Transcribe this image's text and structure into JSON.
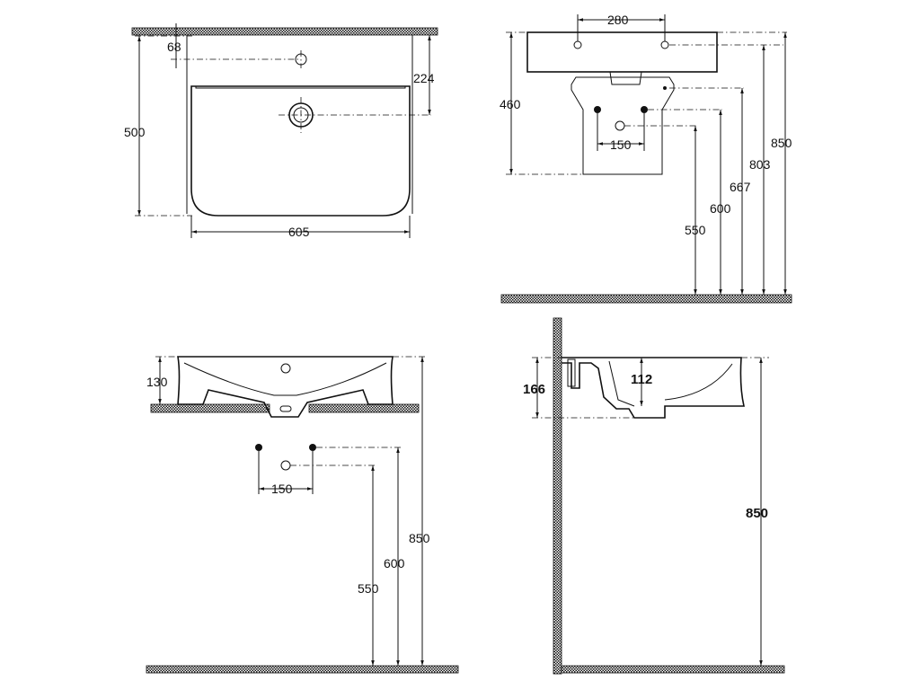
{
  "top_view": {
    "width": "605",
    "depth": "500",
    "tap_hole_offset": "68",
    "drain_offset": "224"
  },
  "front_view_top_right": {
    "tap_spacing": "280",
    "pedestal_height": "460",
    "pipe_spacing": "150",
    "level_850": "850",
    "level_803": "803",
    "level_667": "667",
    "level_600": "600",
    "level_550": "550"
  },
  "front_view_bottom_left": {
    "basin_height": "130",
    "pipe_spacing": "150",
    "level_850": "850",
    "level_600": "600",
    "level_550": "550"
  },
  "side_view": {
    "total_height": "166",
    "trap_height": "112",
    "level_850": "850"
  }
}
